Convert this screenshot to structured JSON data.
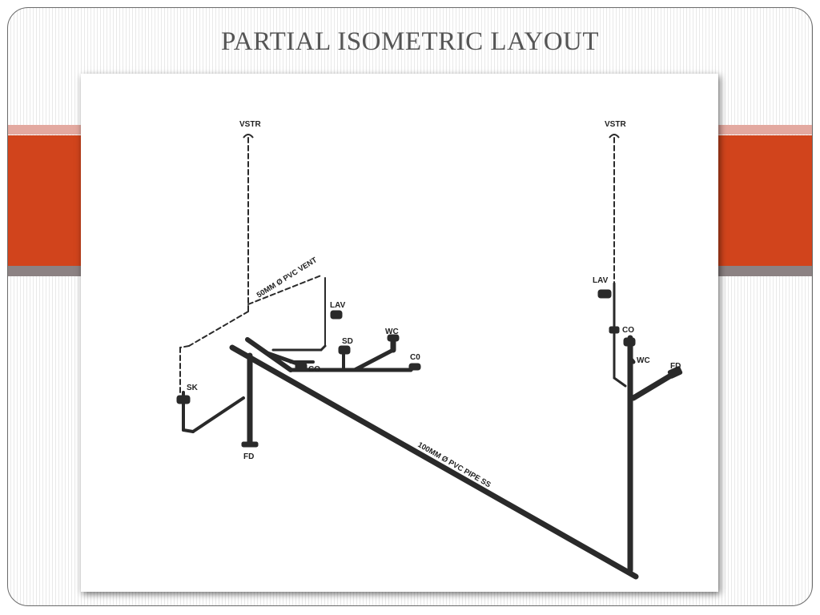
{
  "slide": {
    "title": "PARTIAL ISOMETRIC LAYOUT",
    "colors": {
      "accent_band": "#d1441c",
      "accent_band_light": "#e3a9a0",
      "gray_band": "#8c8283",
      "title_text": "#555555",
      "pipe": "#2a2a2a"
    }
  },
  "diagram": {
    "fixtures": {
      "vstr_left": "VSTR",
      "vstr_right": "VSTR",
      "lav_left": "LAV",
      "lav_right": "LAV",
      "wc_left": "WC",
      "wc_right": "WC",
      "sd": "SD",
      "sk": "SK",
      "fd_left": "FD",
      "fd_right": "FD",
      "co_left": "CO",
      "co_right": "CO",
      "c0": "C0"
    },
    "pipe_labels": {
      "vent": "50MM Ø PVC VENT",
      "soil": "100MM Ø PVC PIPE SS"
    }
  }
}
